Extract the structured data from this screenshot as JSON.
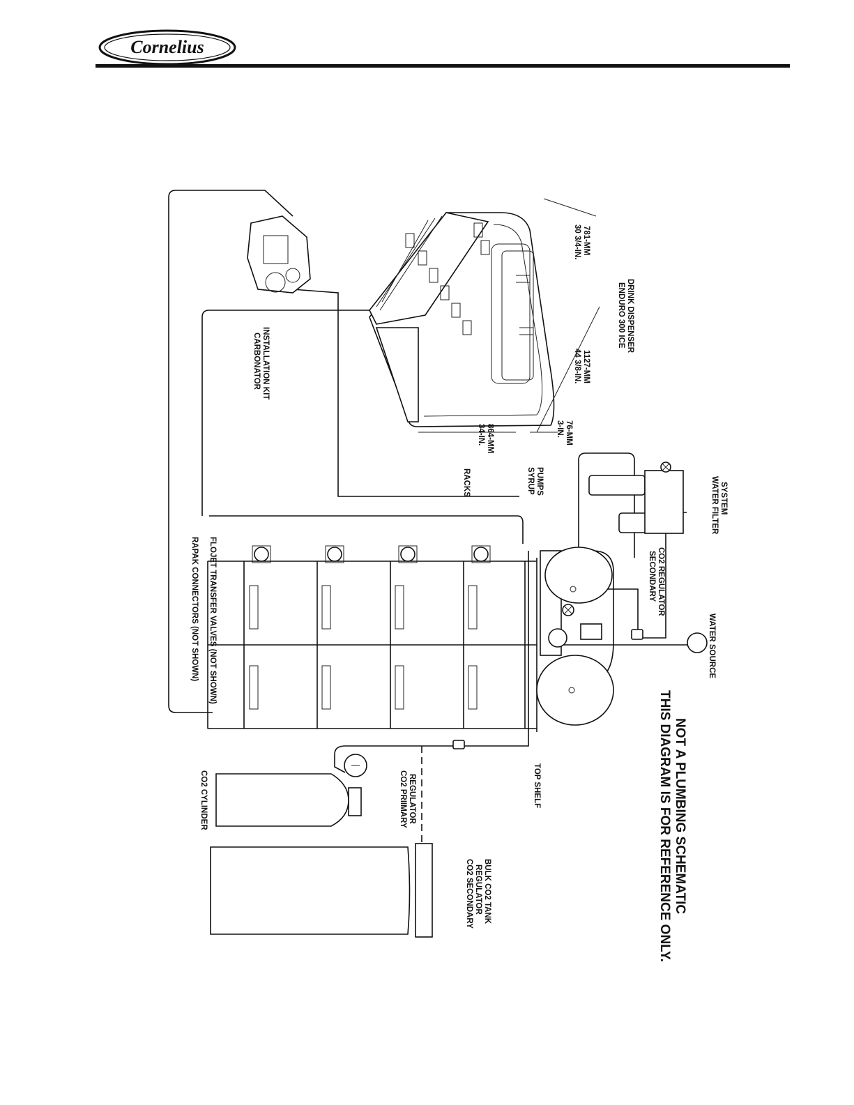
{
  "brand": {
    "name": "Cornelius"
  },
  "diagram": {
    "note_line1": "THIS DIAGRAM IS FOR REFERENCE ONLY.",
    "note_line2": "NOT A PLUMBING SCHEMATIC",
    "dispenser_line1": "ENDURO 300 ICE",
    "dispenser_line2": "DRINK DISPENSER",
    "dim_depth_in": "30 3/4-IN.",
    "dim_depth_mm": "781-MM",
    "dim_width_in": "44 3/8-IN.",
    "dim_width_mm": "1127-MM",
    "dim_offset_in": "3-IN.",
    "dim_offset_mm": "76-MM",
    "dim_height_in": "34-IN.",
    "dim_height_mm": "864-MM",
    "carbonator_line1": "CARBONATOR",
    "carbonator_line2": "INSTALLATION KIT",
    "syrup_pumps_line1": "SYRUP",
    "syrup_pumps_line2": "PUMPS",
    "racks": "RACKS",
    "water_filter_line1": "WATER FILTER",
    "water_filter_line2": "SYSTEM",
    "secondary_reg_line1": "SECONDARY",
    "secondary_reg_line2": "CO2 REGULATOR",
    "water_source": "WATER SOURCE",
    "top_shelf": "TOP SHELF",
    "co2_primary_line1": "CO2 PRIIMARY",
    "co2_primary_line2": "REGULATOR",
    "co2_cylinder": "CO2 CYLINDER",
    "bulk_line1": "CO2 SECONDARY",
    "bulk_line2": "REGULATOR",
    "bulk_line3": "BULK CO2 TANK",
    "rapak_connectors": "RAPAK CONNECTORS (NOT SHOWN)",
    "flojet_valves": "FLOJET TRANSFER VALVES (NOT SHOWN)"
  }
}
